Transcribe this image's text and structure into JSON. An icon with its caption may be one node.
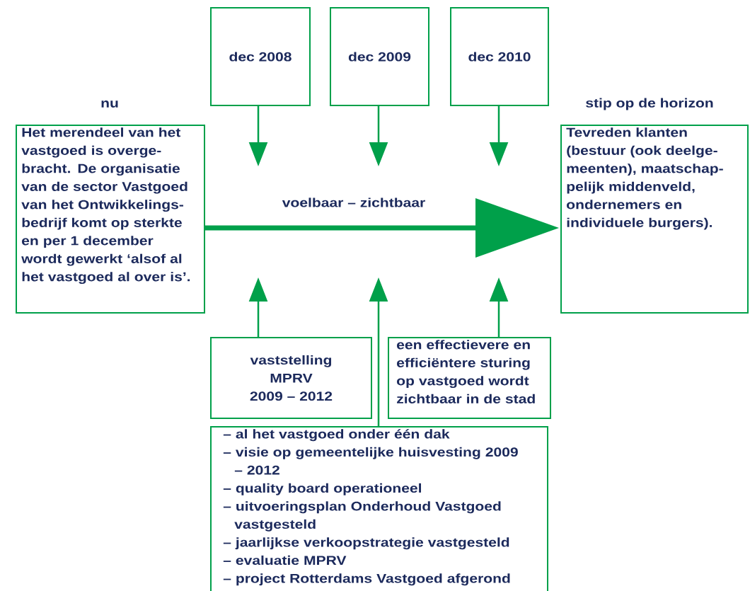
{
  "diagram": {
    "nodes": [
      {
        "text": [
          "nu",
          "Het merendeel van het vastgoed is overge-bracht. De organisatie van de sector Vastgoed van het Ontwikkelings-bedrijf komt op sterkte en per 1 december wordt gewerkt ‘alsof al het vastgoed al over is’."
        ]
      },
      {
        "text": [
          "stip op de horizon",
          "Tevreden klanten (bestuur (ook deelge-meenten), maatschap-pelijk middenveld, ondernemers en individuele burgers)."
        ]
      },
      {
        "text": [
          "dec 2008"
        ]
      },
      {
        "text": [
          "dec 2009"
        ]
      },
      {
        "text": [
          "dec 2010"
        ]
      },
      {
        "text": [
          "vaststelling",
          "MPRV",
          "2009 – 2012"
        ]
      },
      {
        "text": [
          "een effectievere en efficiëntere sturing op vastgoed wordt zichtbaar in de stad"
        ]
      },
      {
        "text": [
          "– al het vastgoed onder één dak",
          "– visie op gemeentelijke huisvesting 2009 – 2012",
          "– quality board operationeel",
          "– uitvoeringsplan Onderhoud Vastgoed vastgesteld",
          "– jaarlijkse verkoopstrategie vastgesteld",
          "– evaluatie MPRV",
          "– project Rotterdams Vastgoed afgerond"
        ]
      }
    ],
    "edges": [
      {
        "from": 0,
        "to": 1,
        "arrow": "to",
        "label": "voelbaar – zichtbaar",
        "style": "thick"
      },
      {
        "from": 2,
        "to": null,
        "arrow": "to"
      },
      {
        "from": 3,
        "to": null,
        "arrow": "to"
      },
      {
        "from": 4,
        "to": null,
        "arrow": "to"
      },
      {
        "from": 5,
        "to": null,
        "arrow": "to"
      },
      {
        "from": 7,
        "to": null,
        "arrow": "to"
      },
      {
        "from": 6,
        "to": null,
        "arrow": "to"
      }
    ]
  }
}
